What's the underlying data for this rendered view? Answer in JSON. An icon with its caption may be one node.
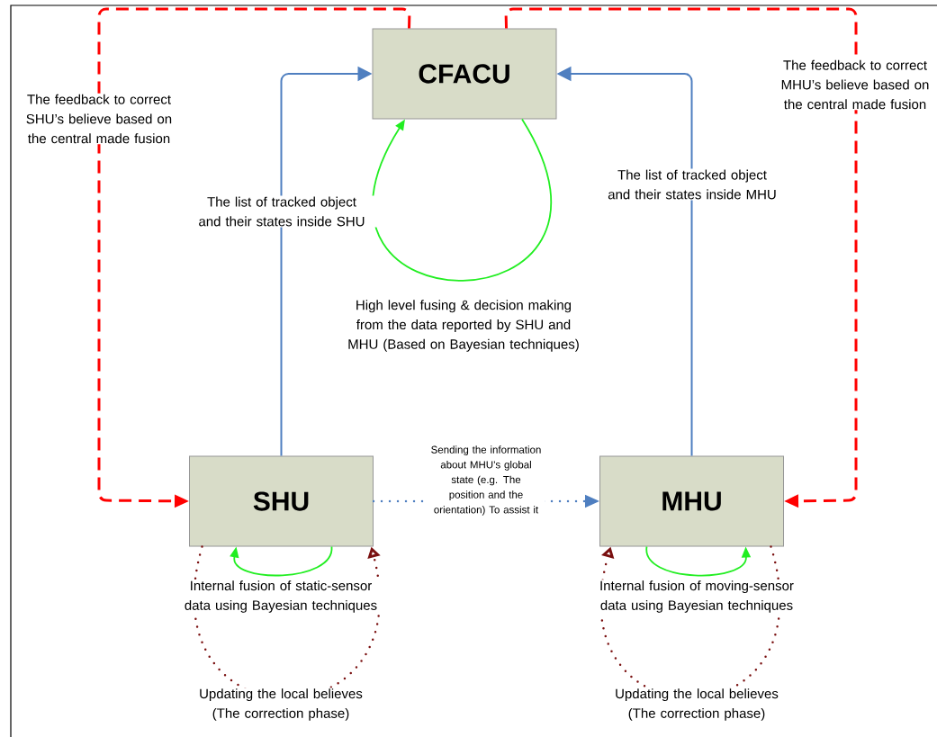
{
  "diagram": {
    "nodes": [
      {
        "text": [
          "CFACU"
        ]
      },
      {
        "text": [
          "SHU"
        ]
      },
      {
        "text": [
          "MHU"
        ]
      }
    ],
    "edges": [
      {
        "from": 1,
        "to": 0,
        "arrow": "to",
        "label": "The list of tracked object and their states inside SHU",
        "color": "#4f7fc0"
      },
      {
        "from": 2,
        "to": 0,
        "arrow": "to",
        "label": "The list of tracked object and their states inside MHU",
        "color": "#4f7fc0"
      },
      {
        "from": 0,
        "to": 1,
        "arrow": "to",
        "label": "The feedback to correct SHU’s believe based on the central made fusion",
        "style": "dashed",
        "color": "#ff0000"
      },
      {
        "from": 0,
        "to": 2,
        "arrow": "to",
        "label": "The feedback to correct MHU’s believe based on the central made fusion",
        "style": "dashed",
        "color": "#ff0000"
      },
      {
        "from": 1,
        "to": 2,
        "arrow": "to",
        "label": "Sending the information about MHU’s global state (e.g. The position and the orientation) To assist it",
        "style": "dashed",
        "color": "#4f7fc0"
      },
      {
        "from": 0,
        "to": 0,
        "arrow": "to",
        "label": "High level fusing & decision making from the data reported by SHU and MHU (Based on Bayesian techniques)",
        "color": "#22ee22"
      },
      {
        "from": 1,
        "to": 1,
        "arrow": "to",
        "label": "Internal fusion of static-sensor data using Bayesian techniques",
        "color": "#22ee22"
      },
      {
        "from": 1,
        "to": 1,
        "arrow": "to",
        "label": "Updating the local believes (The correction phase)",
        "style": "dashed",
        "color": "#7a1010"
      },
      {
        "from": 2,
        "to": 2,
        "arrow": "to",
        "label": "Internal fusion of moving-sensor data using Bayesian techniques",
        "color": "#22ee22"
      },
      {
        "from": 2,
        "to": 2,
        "arrow": "to",
        "label": "Updating the local believes (The correction phase)",
        "style": "dashed",
        "color": "#7a1010"
      }
    ]
  }
}
